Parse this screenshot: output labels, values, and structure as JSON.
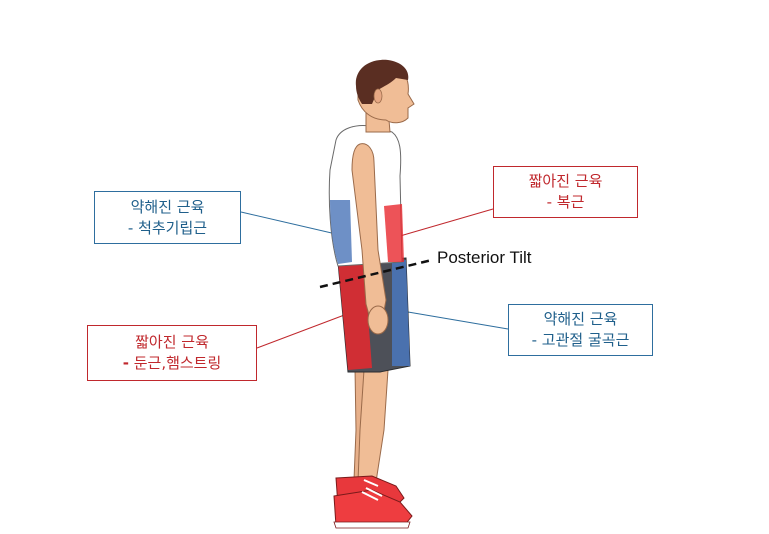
{
  "colors": {
    "weak_muscle": "#4a74b8",
    "short_muscle": "#e8282e",
    "weak_border": "#2e6e9e",
    "short_border": "#c0282d"
  },
  "labels": {
    "weak_back": {
      "title": "약해진 근육",
      "item": "- 척추기립근"
    },
    "short_abdominal": {
      "title": "짧아진 근육",
      "item": "- 복근"
    },
    "short_hamstring": {
      "title": "짧아진 근육",
      "dash": "-",
      "item": "둔근,햄스트링"
    },
    "weak_hip": {
      "title": "약해진 근육",
      "item": "- 고관절 굴곡근"
    }
  },
  "tilt_label": "Posterior Tilt"
}
